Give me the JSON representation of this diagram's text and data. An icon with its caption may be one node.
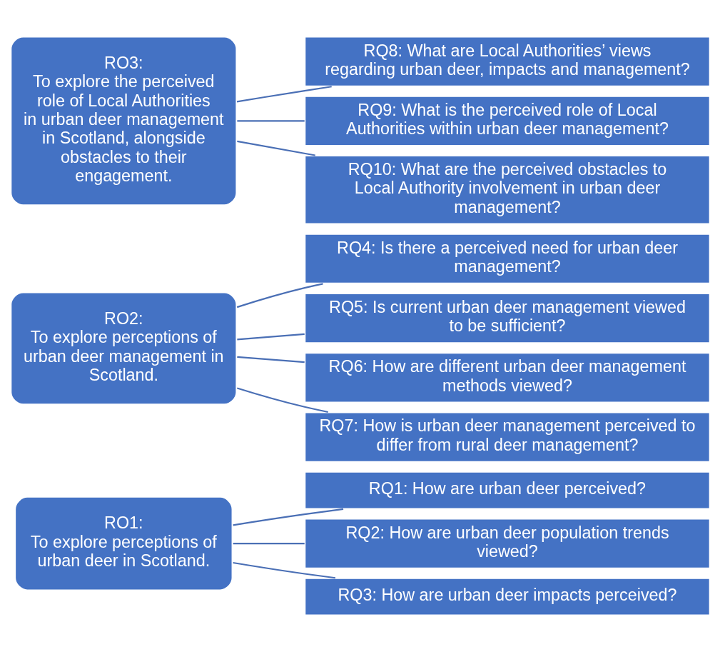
{
  "diagram": {
    "nodes": [
      {
        "text": [
          "RO1:",
          "To explore perceptions of urban deer in Scotland."
        ]
      },
      {
        "text": [
          "RQ1: How are urban deer perceived?"
        ]
      },
      {
        "text": [
          "RQ2: How are urban deer population trends viewed?"
        ]
      },
      {
        "text": [
          "RQ3: How are urban deer impacts perceived?"
        ]
      },
      {
        "text": [
          "RO2:",
          "To explore perceptions of urban deer management in Scotland."
        ]
      },
      {
        "text": [
          "RQ4: Is there a perceived need for urban deer management?"
        ]
      },
      {
        "text": [
          "RQ5: Is current urban deer management viewed to be sufficient?"
        ]
      },
      {
        "text": [
          "RQ6: How are different urban deer management methods viewed?"
        ]
      },
      {
        "text": [
          "RQ7: How is urban deer management perceived to differ from rural deer management?"
        ]
      },
      {
        "text": [
          "RO3:",
          "To explore the perceived role of Local Authorities in urban deer management in Scotland, alongside obstacles to their engagement."
        ]
      },
      {
        "text": [
          "RQ8: What are Local Authorities’ views regarding urban deer, impacts and management?"
        ]
      },
      {
        "text": [
          "RQ9: What is the perceived role of Local Authorities within urban deer management?"
        ]
      },
      {
        "text": [
          "RQ10: What are the perceived obstacles to Local Authority involvement in urban deer management?"
        ]
      }
    ],
    "edges": [
      {
        "from": 0,
        "to": 1,
        "arrow": "none"
      },
      {
        "from": 0,
        "to": 2,
        "arrow": "none"
      },
      {
        "from": 0,
        "to": 3,
        "arrow": "none"
      },
      {
        "from": 4,
        "to": 5,
        "arrow": "none"
      },
      {
        "from": 4,
        "to": 6,
        "arrow": "none"
      },
      {
        "from": 4,
        "to": 7,
        "arrow": "none"
      },
      {
        "from": 4,
        "to": 8,
        "arrow": "none"
      },
      {
        "from": 9,
        "to": 10,
        "arrow": "none"
      },
      {
        "from": 9,
        "to": 11,
        "arrow": "none"
      },
      {
        "from": 9,
        "to": 12,
        "arrow": "none"
      }
    ]
  }
}
